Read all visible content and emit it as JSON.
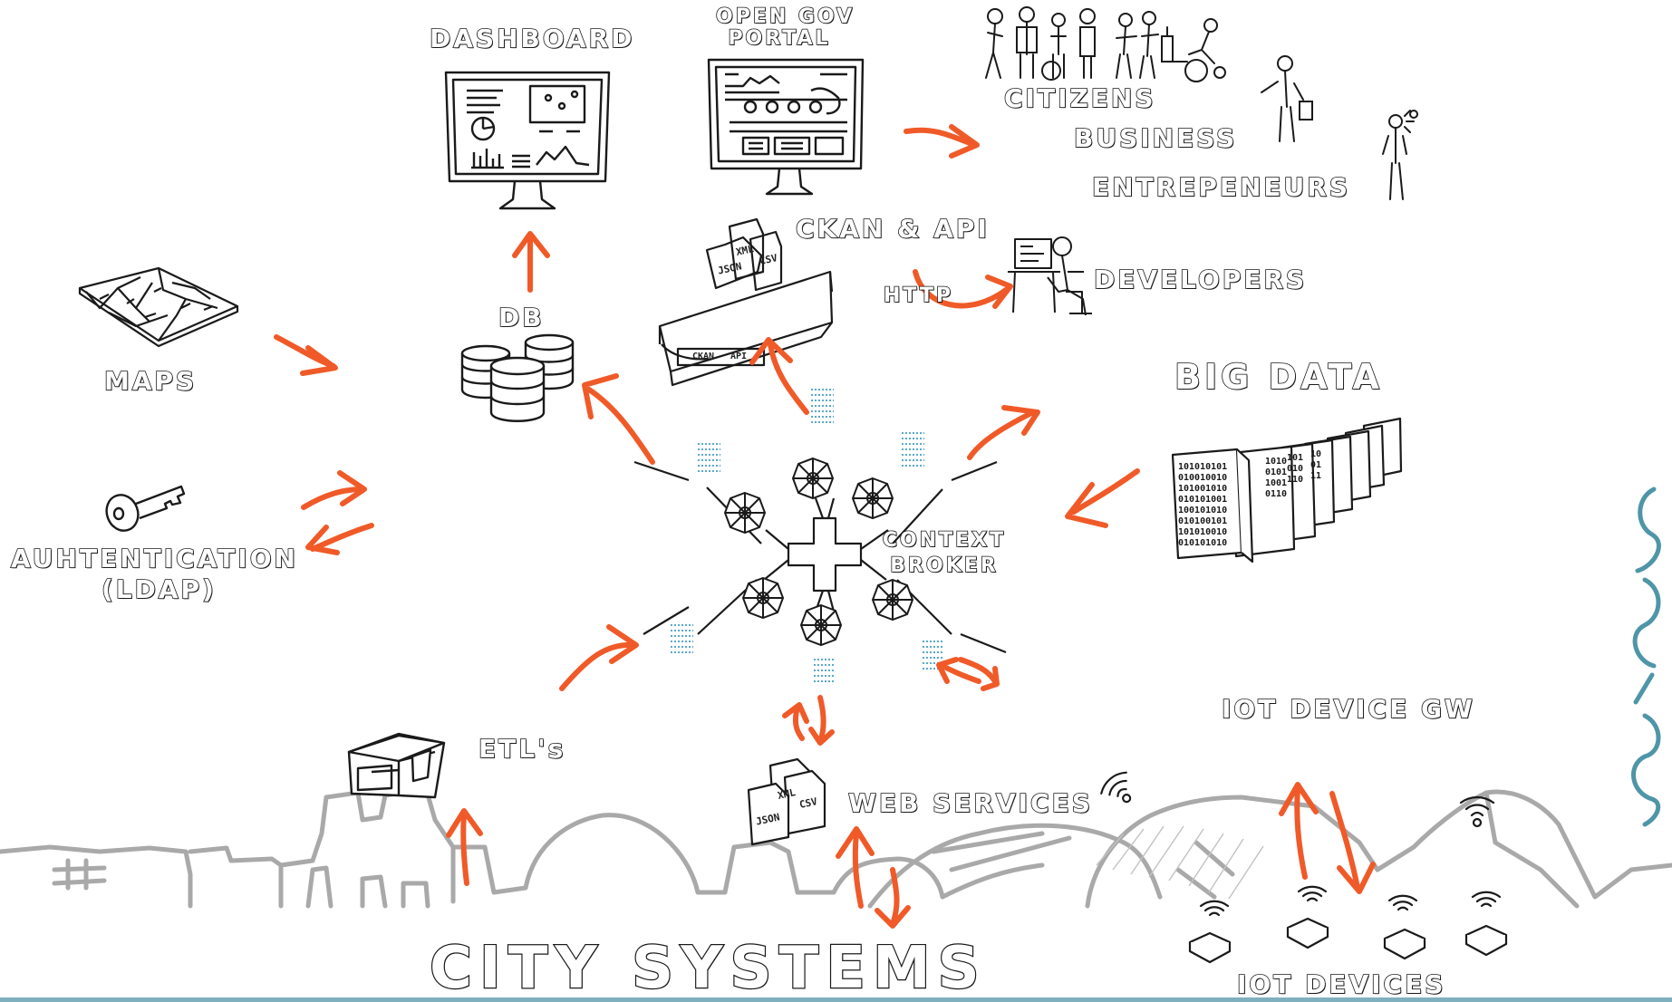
{
  "labels": {
    "dashboard": "DASHBOARD",
    "open_gov_line1": "OPEN GOV",
    "open_gov_line2": "PORTAL",
    "citizens": "CITIZENS",
    "business": "BUSINESS",
    "entrepeneurs": "ENTREPENEURS",
    "ckan_api": "CKAN & API",
    "http": "HTTP",
    "developers": "DEVELOPERS",
    "db": "DB",
    "maps": "MAPS",
    "big_data": "BIG DATA",
    "auth_line1": "AUHTENTICATION",
    "auth_line2": "(LDAP)",
    "context_line1": "CONTEXT",
    "context_line2": "BROKER",
    "etls": "ETL's",
    "web_services": "WEB SERVICES",
    "iot_gw": "IOT DEVICE GW",
    "city_systems": "CITY SYSTEMS",
    "iot_devices": "IOT DEVICES"
  },
  "doc_tags": {
    "xml": "XML",
    "csv": "CSV",
    "json": "JSON",
    "tray_ckan": "CKAN",
    "tray_api": "API"
  },
  "colors": {
    "arrow": "#f05a28",
    "ink": "#1a1a1a",
    "skyline": "#a9a9a9",
    "data_stream": "#5aa8c8",
    "bar": "#7fb0bd"
  }
}
